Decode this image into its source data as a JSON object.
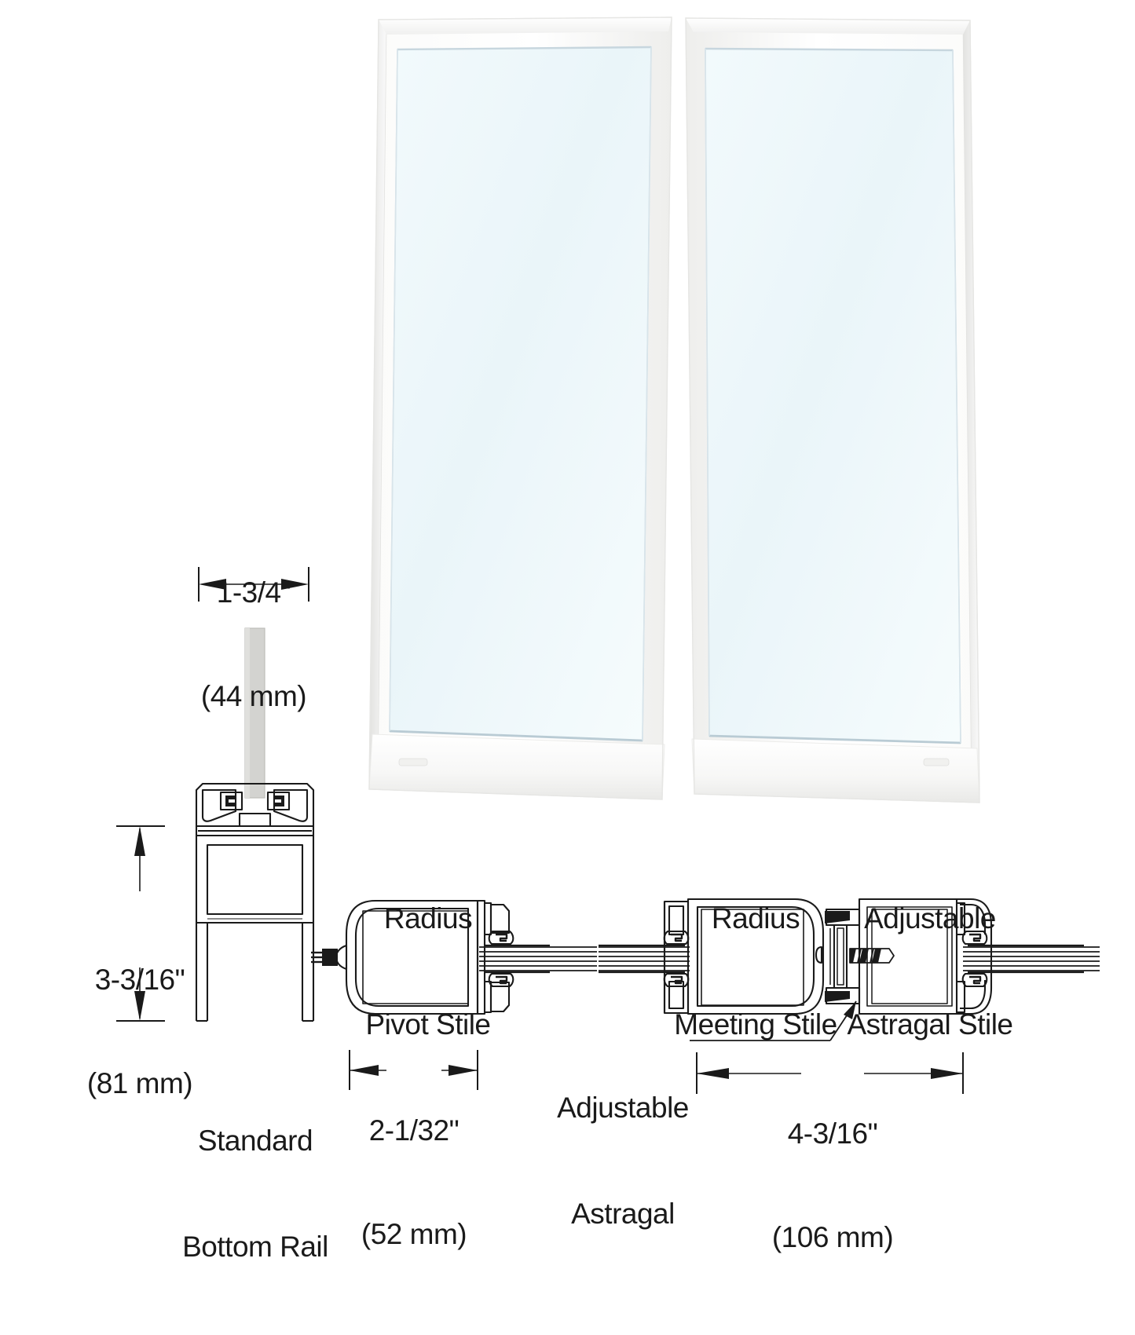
{
  "drawing": {
    "title": "Aluminum Narrow Stile Door — Pair with Radius Stiles, Section Details",
    "line_color": "#1a1a1a",
    "frame_color": "#ffffff",
    "glass_color": "#eef7fa",
    "glass_section_color": "#d3d3d0"
  },
  "doors": {
    "left_panel_name": "left-door-panel",
    "right_panel_name": "right-door-panel"
  },
  "dimensions": {
    "door_thickness": {
      "imperial": "1-3/4\"",
      "metric": "(44 mm)"
    },
    "bottom_rail_height": {
      "imperial": "3-3/16\"",
      "metric": "(81 mm)"
    },
    "pivot_stile_width": {
      "imperial": "2-1/32\"",
      "metric": "(52 mm)"
    },
    "astragal_stile_width": {
      "imperial": "4-3/16\"",
      "metric": "(106 mm)"
    }
  },
  "labels": {
    "bottom_rail": {
      "line1": "Standard",
      "line2": "Bottom Rail"
    },
    "pivot_stile": {
      "line1": "Radius",
      "line2": "Pivot Stile"
    },
    "meeting_stile": {
      "line1": "Radius",
      "line2": "Meeting Stile"
    },
    "astragal_stile": {
      "line1": "Adjustable",
      "line2": "Astragal Stile"
    },
    "adjustable_astragal": {
      "line1": "Adjustable",
      "line2": "Astragal"
    }
  }
}
